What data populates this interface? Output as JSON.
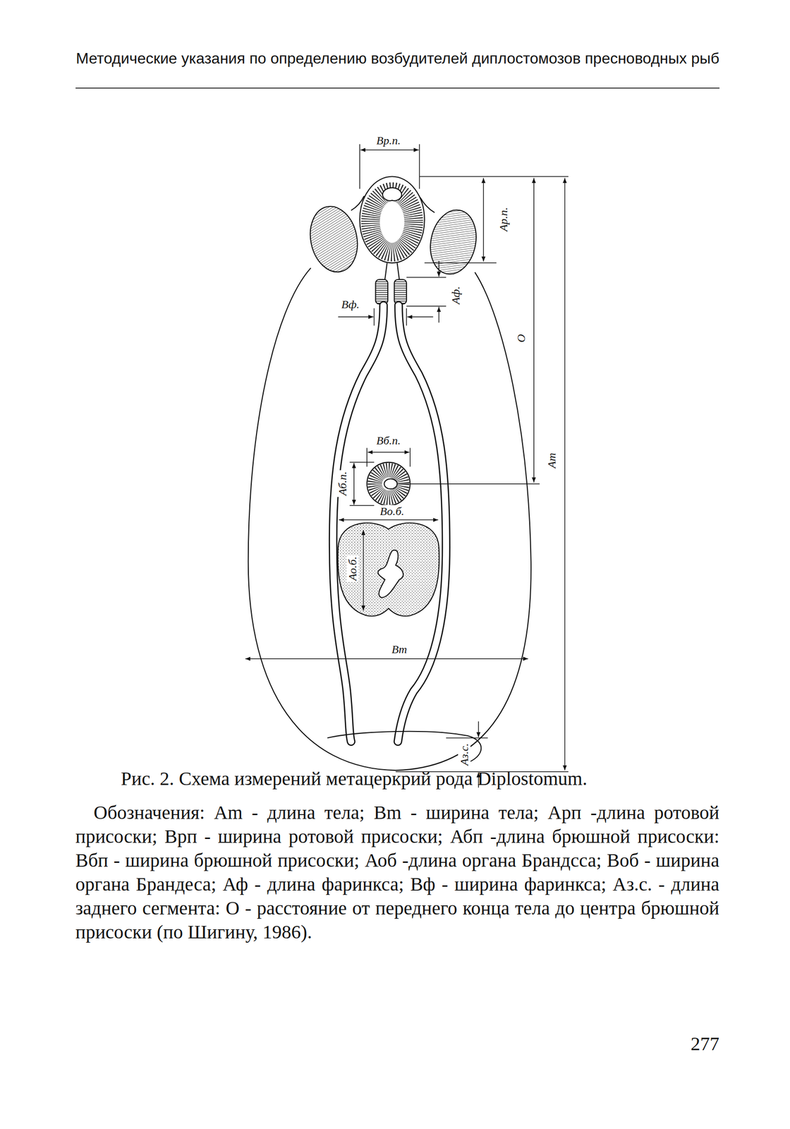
{
  "diagram": {
    "title": "Методические указания по определению возбудителей диплостомозов пресноводных рыб",
    "caption": "Рис. 2. Схема измерений метацеркрий рода Diplostomum.",
    "labels": [
      "Вр.п.",
      "Ар.п.",
      "Аф.",
      "Вф.",
      "О",
      "Am",
      "Вб.п.",
      "Аб.п.",
      "Во.б.",
      "Ао.б.",
      "Bm",
      "Аз.с.",
      "Обозначения: Am - длина тела; Bm - ширина тела; Арп -длина ротовой присоски; Врп - ширина ротовой присоски; Абп -длина брюшной присоски: Вбп - ширина брюшной присоски; Аоб -длина органа Брандсса; Воб - ширина органа Брандеса; Аф - длина фаринкса; Вф - ширина фаринкса; Аз.с. - длина заднего сегмента: О - расстояние от переднего конца тела до центра брюшной присоски (по Шигину, 1986).",
      "277"
    ]
  }
}
